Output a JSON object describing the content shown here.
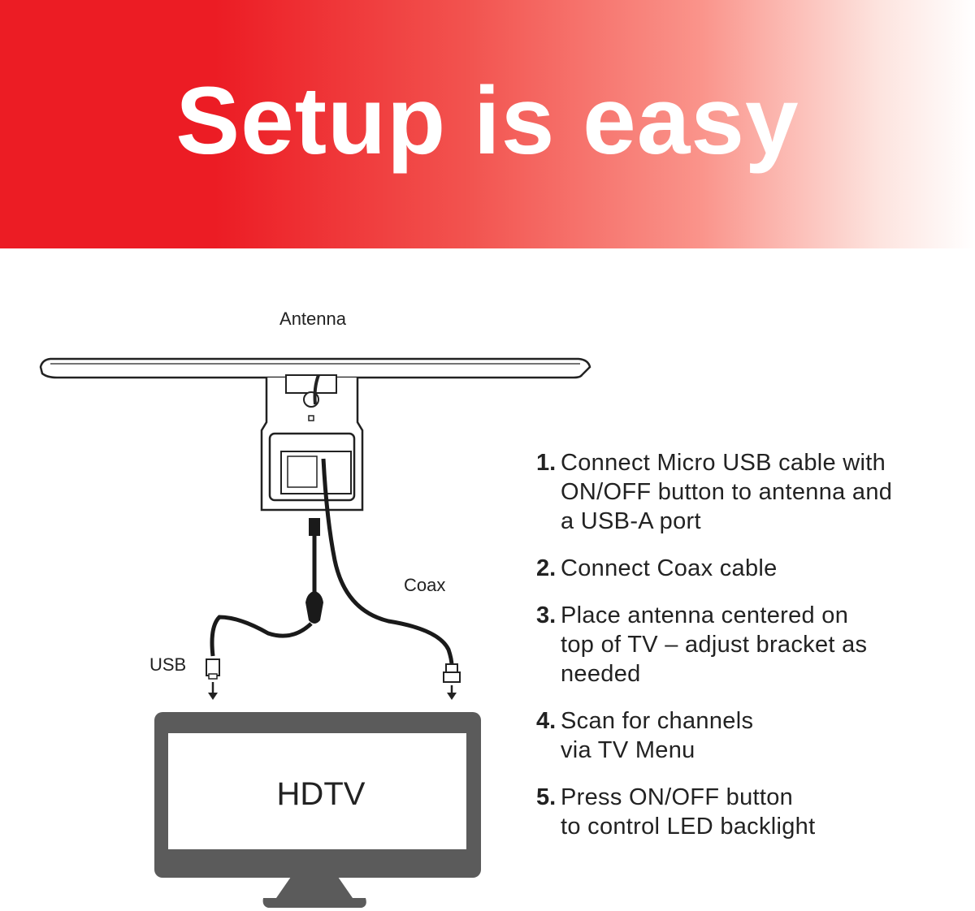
{
  "banner": {
    "title": "Setup is easy",
    "colors": {
      "start": "#ec1c24",
      "end": "#ffffff"
    }
  },
  "diagram": {
    "antenna_label": "Antenna",
    "coax_label": "Coax",
    "usb_label": "USB",
    "tv_label": "HDTV",
    "colors": {
      "tv_frame": "#5b5b5b",
      "cable": "#1a1a1a"
    }
  },
  "steps": [
    {
      "number": "1.",
      "lines": [
        "Connect Micro USB cable with",
        "ON/OFF button to antenna and",
        "a USB-A port"
      ]
    },
    {
      "number": "2.",
      "lines": [
        "Connect Coax cable"
      ]
    },
    {
      "number": "3.",
      "lines": [
        "Place antenna centered on",
        "top of TV – adjust bracket as",
        "needed"
      ]
    },
    {
      "number": "4.",
      "lines": [
        "Scan for channels",
        "via TV Menu"
      ]
    },
    {
      "number": "5.",
      "lines": [
        "Press ON/OFF button",
        "to control LED backlight"
      ]
    }
  ]
}
